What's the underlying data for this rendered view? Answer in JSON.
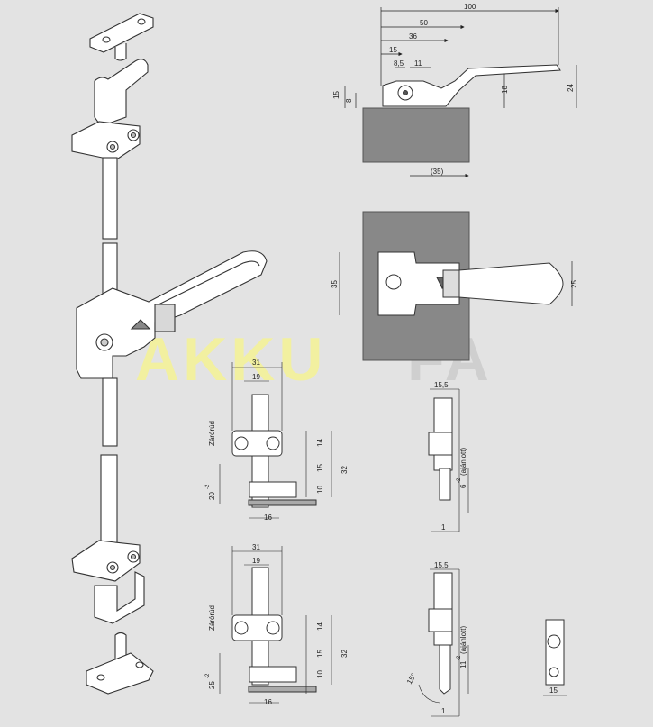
{
  "watermark": {
    "part1": "AKKU",
    "part2": "FA",
    "color1": "#f2f0a0",
    "color2": "#cfcfcf"
  },
  "top_side_view": {
    "dims": [
      "100",
      "50",
      "36",
      "15",
      "8,5",
      "11",
      "15",
      "8",
      "18",
      "24",
      "(35)"
    ]
  },
  "top_plan_view": {
    "dims": [
      "35",
      "25"
    ]
  },
  "detail_a": {
    "label": "Zárórúd",
    "dims": [
      "31",
      "19",
      "14",
      "15",
      "32",
      "10",
      "20",
      "-2",
      "16"
    ]
  },
  "side_a": {
    "dims": [
      "15,5",
      "6",
      "-2",
      "(ajánlott)",
      "1"
    ]
  },
  "detail_b": {
    "label": "Zárórúd",
    "dims": [
      "31",
      "19",
      "14",
      "15",
      "32",
      "10",
      "25",
      "-2",
      "16"
    ]
  },
  "side_b": {
    "dims": [
      "15,5",
      "11",
      "-2",
      "(ajánlott)",
      "15°",
      "1"
    ]
  },
  "end_view": {
    "dims": [
      "15"
    ]
  }
}
